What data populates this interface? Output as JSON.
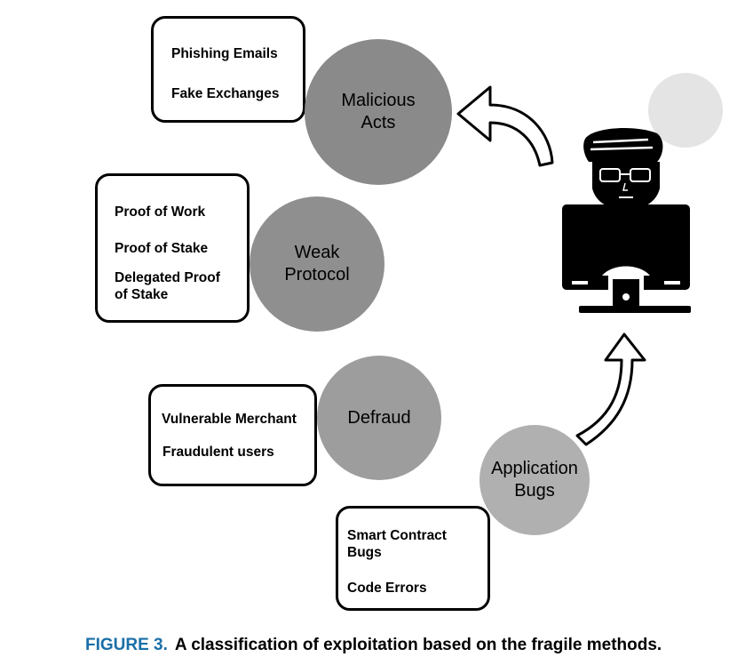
{
  "nodes": {
    "malicious": {
      "label": "Malicious\nActs",
      "items": [
        "Phishing Emails",
        "Fake Exchanges"
      ],
      "color": "#8a8a8a"
    },
    "weak_protocol": {
      "label": "Weak\nProtocol",
      "items": [
        "Proof of Work",
        "Proof of Stake",
        "Delegated Proof\nof Stake"
      ],
      "color": "#8f8f8f"
    },
    "defraud": {
      "label": "Defraud",
      "items": [
        "Vulnerable Merchant",
        "Fraudulent users"
      ],
      "color": "#9d9d9d"
    },
    "app_bugs": {
      "label": "Application\nBugs",
      "items": [
        "Smart Contract\nBugs",
        "Code Errors"
      ],
      "color": "#b0b0b0"
    }
  },
  "icons": {
    "hacker": "hacker-at-computer-icon",
    "arrow_up": "curved-arrow-up-icon",
    "arrow_left": "curved-arrow-left-icon"
  },
  "caption": {
    "label": "FIGURE 3.",
    "text": "A classification of exploitation based on the fragile methods.",
    "label_color": "#1a6fa8"
  }
}
